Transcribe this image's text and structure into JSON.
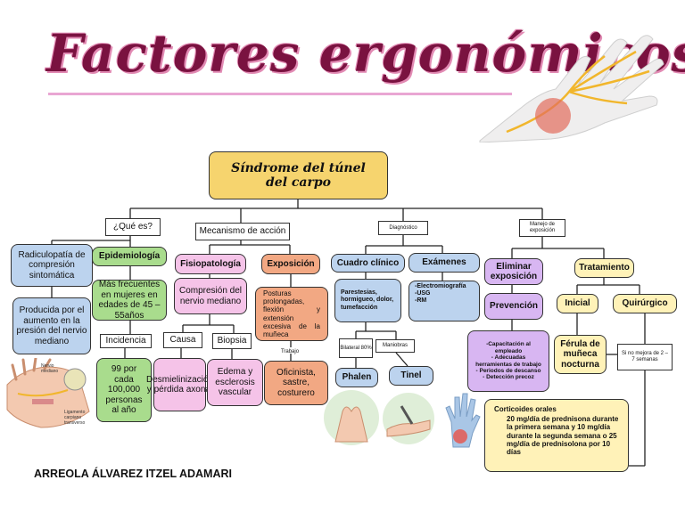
{
  "title": "Factores ergonómicos",
  "author": "ARREOLA ÁLVAREZ ITZEL ADAMARI",
  "colors": {
    "title": "#7a1240",
    "center": "#f6d46e",
    "blue": "#bcd3ee",
    "green": "#a9dc8d",
    "pink": "#f5c3e8",
    "orange": "#f2a883",
    "purple": "#d8b6f2",
    "cream": "#fff2b8"
  },
  "icons": [
    "hand-illustration-icon",
    "wrist-anatomy-icon",
    "phalen-test-icon",
    "tinel-test-icon",
    "hand-pain-icon"
  ],
  "center": "Síndrome del túnel del carpo",
  "branches": {
    "que_es": "¿Qué es?",
    "mecanismo": "Mecanismo de acción",
    "diagnostico": "Diagnóstico",
    "manejo": "Manejo de exposición"
  },
  "que_es": {
    "radiculopatia": "Radiculopatía de compresión sintomática",
    "producida": "Producida por el aumento en la presión del nervio mediano",
    "epidemiologia": "Epidemiología",
    "mas_frecuentes": "Más frecuentes en mujeres en edades de 45 – 55años",
    "incidencia": "Incidencia",
    "incidencia_valor": "99 por cada 100,000 personas al año",
    "anat_label_1": "Nervio mediano",
    "anat_label_2": "Ligamento carpiano transverso"
  },
  "mecanismo": {
    "fisiopatologia": "Fisiopatología",
    "compresion": "Compresión del nervio mediano",
    "causa": "Causa",
    "causa_valor": "Desmielinización y pérdida axonal",
    "biopsia": "Biopsia",
    "biopsia_valor": "Edema y esclerosis vascular",
    "exposicion": "Exposición",
    "posturas": "Posturas prolongadas, flexión y extensión excesiva de la muñeca",
    "trabajo": "Trabajo",
    "trabajo_valor": "Oficinista, sastre, costurero"
  },
  "diagnostico": {
    "cuadro": "Cuadro clínico",
    "cuadro_valor": "Parestesias, hormigueo, dolor, tumefacción",
    "bilateral": "Bilateral 80%",
    "maniobras": "Maniobras",
    "phalen": "Phalen",
    "tinel": "Tinel",
    "examenes": "Exámenes",
    "examenes_valor": [
      "-Electromiografía",
      "-USG",
      "-RM"
    ]
  },
  "manejo": {
    "eliminar": "Eliminar exposición",
    "prevencion": "Prevención",
    "prevencion_valor": [
      "-Capacitación al empleado",
      "- Adecuadas herramientas de trabajo",
      "- Periodos de descanso",
      "- Detección precoz"
    ],
    "tratamiento": "Tratamiento",
    "inicial": "Inicial",
    "quirurgico": "Quirúrgico",
    "ferula": "Férula de muñeca nocturna",
    "si_no_mejora": "Si no mejora de 2 – 7 semanas",
    "corticoides": "Corticoides orales",
    "corticoides_valor": "20 mg/día de prednisona durante la primera semana y 10 mg/día durante la segunda semana o 25 mg/día de prednisolona por 10 días"
  }
}
